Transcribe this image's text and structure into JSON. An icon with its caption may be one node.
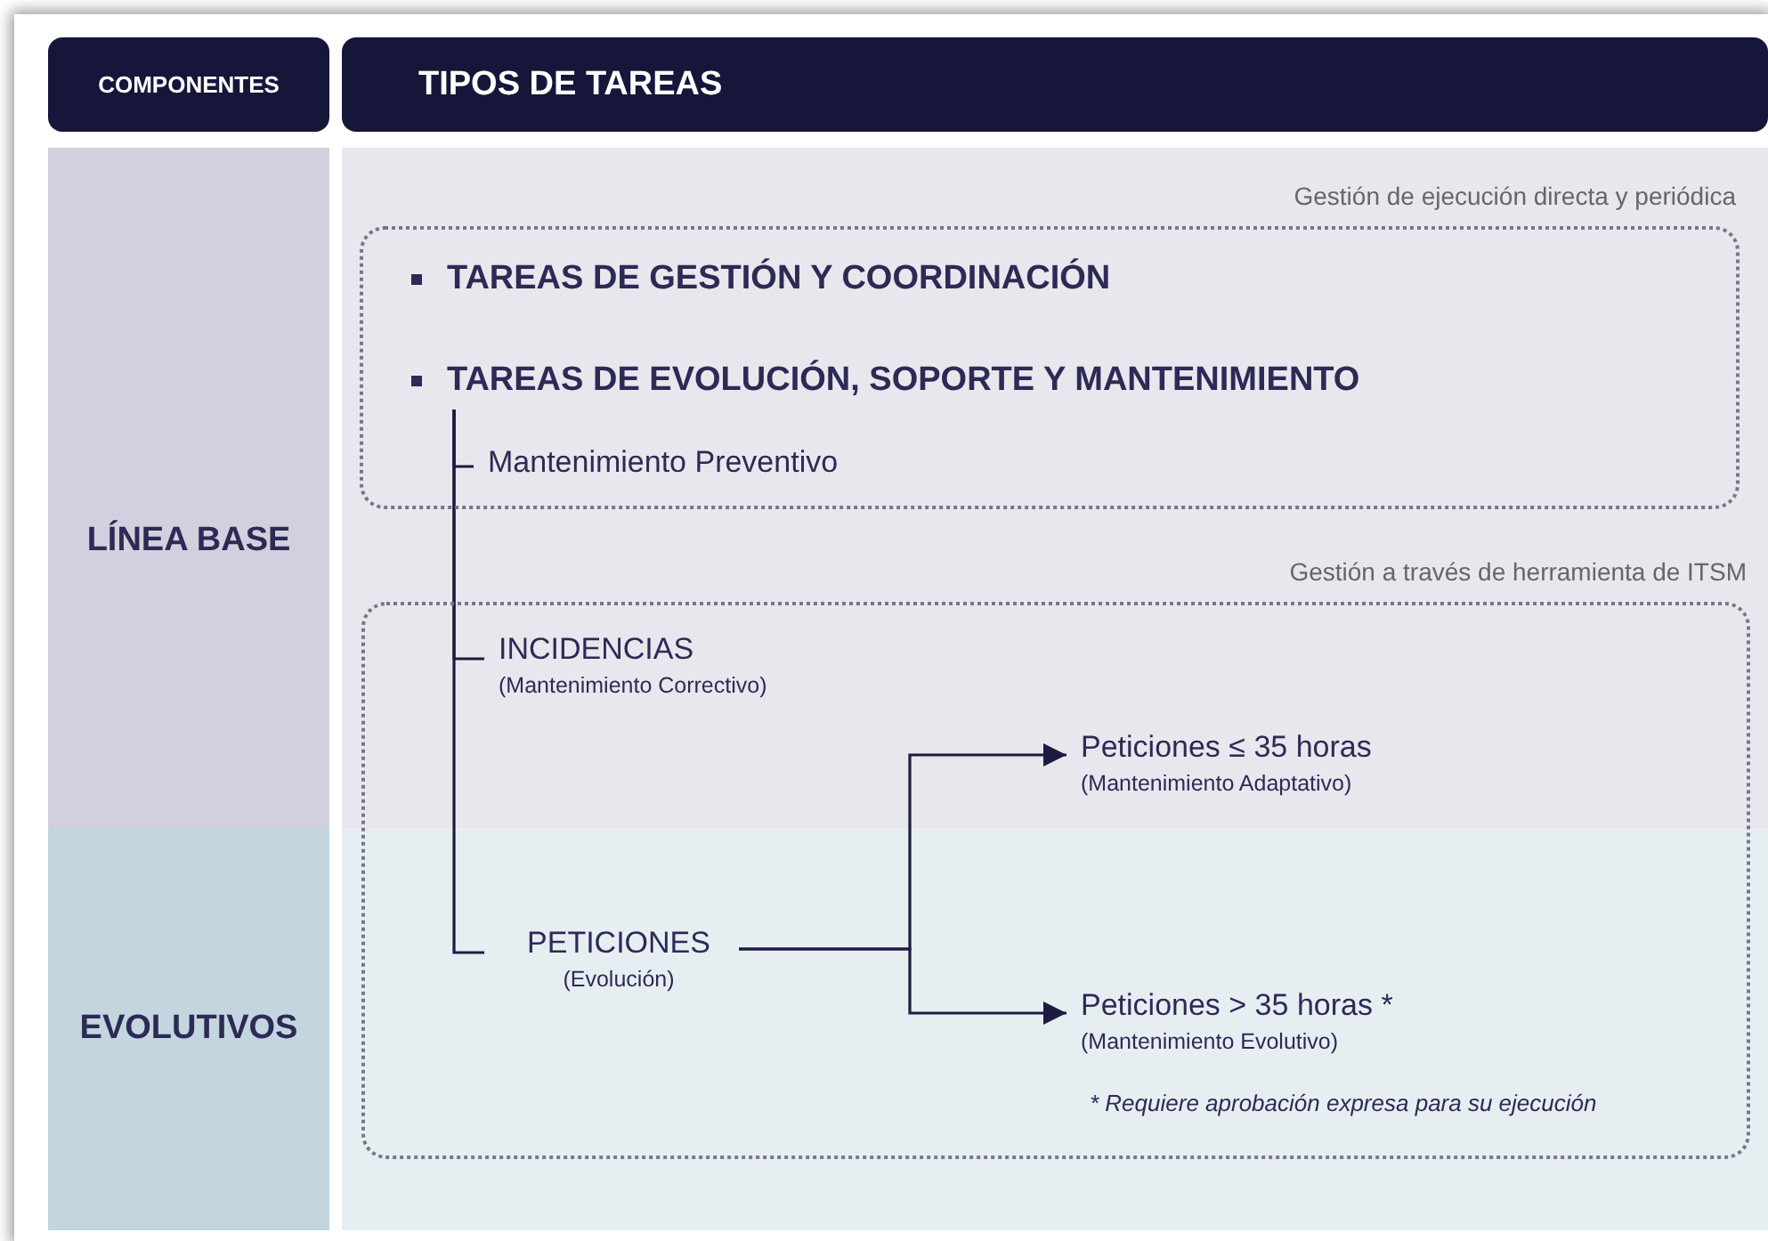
{
  "diagram": {
    "nodes": [
      {
        "text": [
          "COMPONENTES"
        ]
      },
      {
        "text": [
          "TIPOS DE TAREAS"
        ]
      },
      {
        "text": [
          "LÍNEA BASE"
        ]
      },
      {
        "text": [
          "EVOLUTIVOS"
        ]
      },
      {
        "text": [
          "Gestión de ejecución directa y periódica"
        ]
      },
      {
        "text": [
          "TAREAS DE GESTIÓN Y COORDINACIÓN"
        ],
        "in": 4
      },
      {
        "text": [
          "TAREAS DE EVOLUCIÓN, SOPORTE Y MANTENIMIENTO"
        ],
        "in": 4
      },
      {
        "text": [
          "Mantenimiento Preventivo"
        ],
        "in": 4
      },
      {
        "text": [
          "Gestión a través de herramienta de ITSM"
        ]
      },
      {
        "text": [
          "INCIDENCIAS",
          "(Mantenimiento Correctivo)"
        ],
        "in": 8
      },
      {
        "text": [
          "PETICIONES",
          "(Evolución)"
        ],
        "in": 8
      },
      {
        "text": [
          "Peticiones ≤ 35 horas",
          "(Mantenimiento Adaptativo)"
        ],
        "in": 8
      },
      {
        "text": [
          "Peticiones > 35 horas *",
          "(Mantenimiento Evolutivo)"
        ],
        "in": 8
      }
    ],
    "edges": [
      {
        "from": 6,
        "to": 7,
        "arrow": "none"
      },
      {
        "from": 6,
        "to": 9,
        "arrow": "none"
      },
      {
        "from": 6,
        "to": 10,
        "arrow": "none"
      },
      {
        "from": 10,
        "to": 11,
        "arrow": "to"
      },
      {
        "from": 10,
        "to": 12,
        "arrow": "to"
      }
    ],
    "labels": [
      "* Requiere aprobación expresa para su ejecución"
    ]
  }
}
